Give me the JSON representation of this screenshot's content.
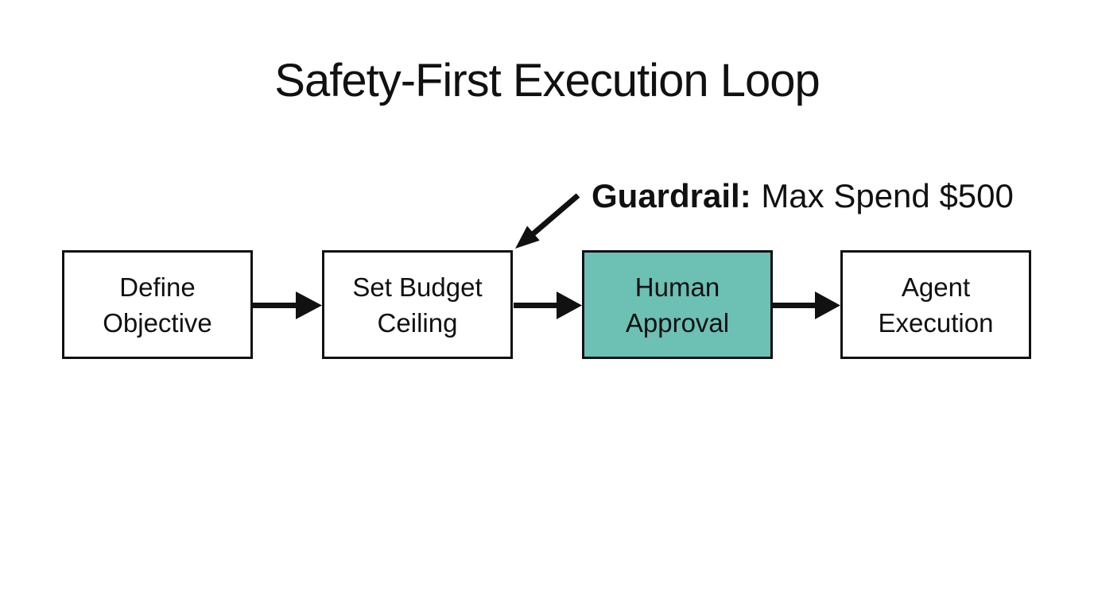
{
  "title": "Safety-First Execution Loop",
  "annotation": {
    "label": "Guardrail:",
    "text": "Max Spend $500"
  },
  "nodes": [
    {
      "label": "Define Objective",
      "fill": "#ffffff"
    },
    {
      "label": "Set Budget Ceiling",
      "fill": "#ffffff"
    },
    {
      "label": "Human Approval",
      "fill": "#6CC0B4"
    },
    {
      "label": "Agent Execution",
      "fill": "#ffffff"
    }
  ],
  "colors": {
    "background": "#ffffff",
    "ink": "#111111",
    "highlight_teal": "#6CC0B4"
  }
}
